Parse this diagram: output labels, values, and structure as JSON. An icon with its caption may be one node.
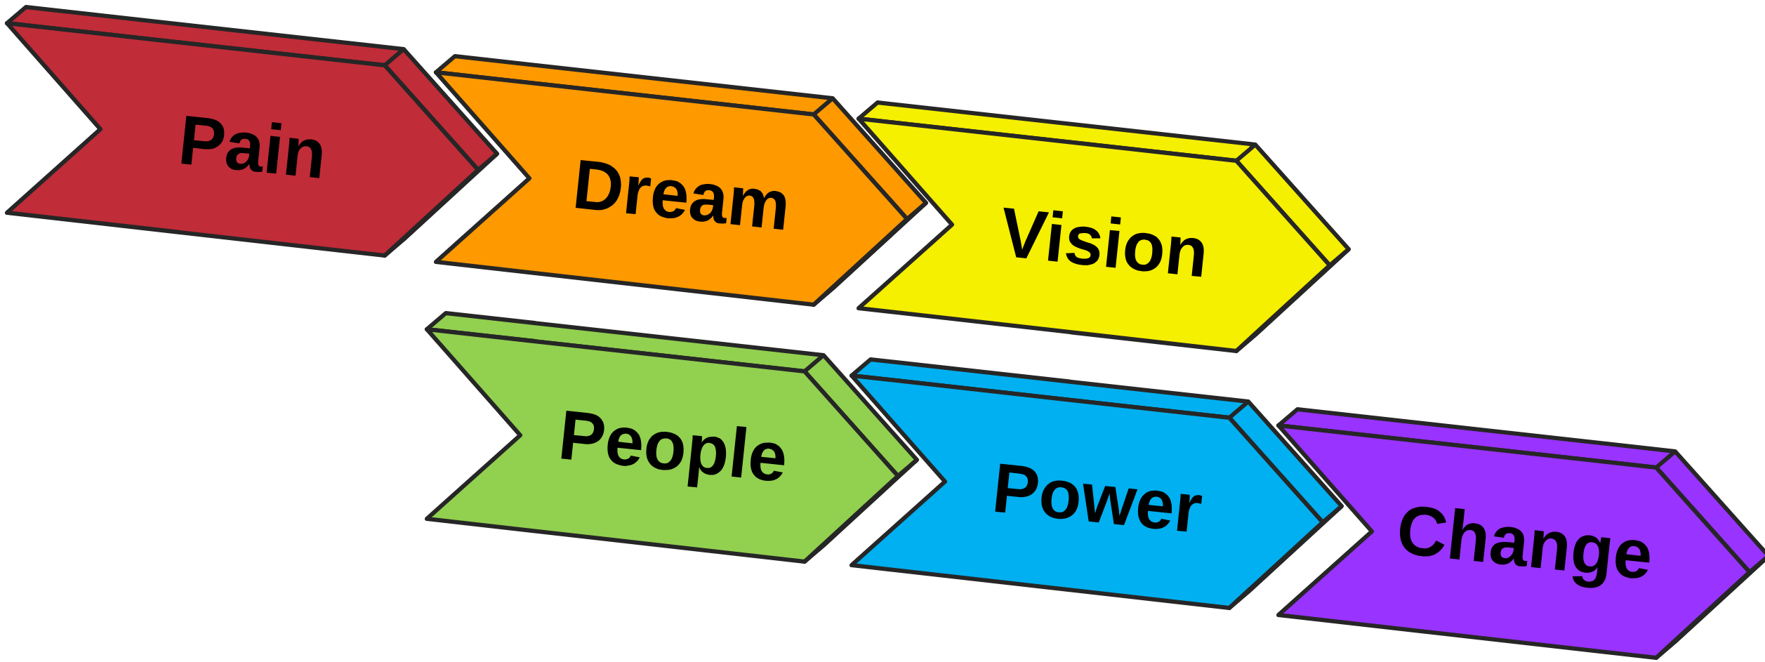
{
  "diagram": {
    "nodes": [
      {
        "text": [
          "Pain"
        ]
      },
      {
        "text": [
          "Dream"
        ]
      },
      {
        "text": [
          "Vision"
        ]
      },
      {
        "text": [
          "People"
        ]
      },
      {
        "text": [
          "Power"
        ]
      },
      {
        "text": [
          "Change"
        ]
      }
    ]
  }
}
